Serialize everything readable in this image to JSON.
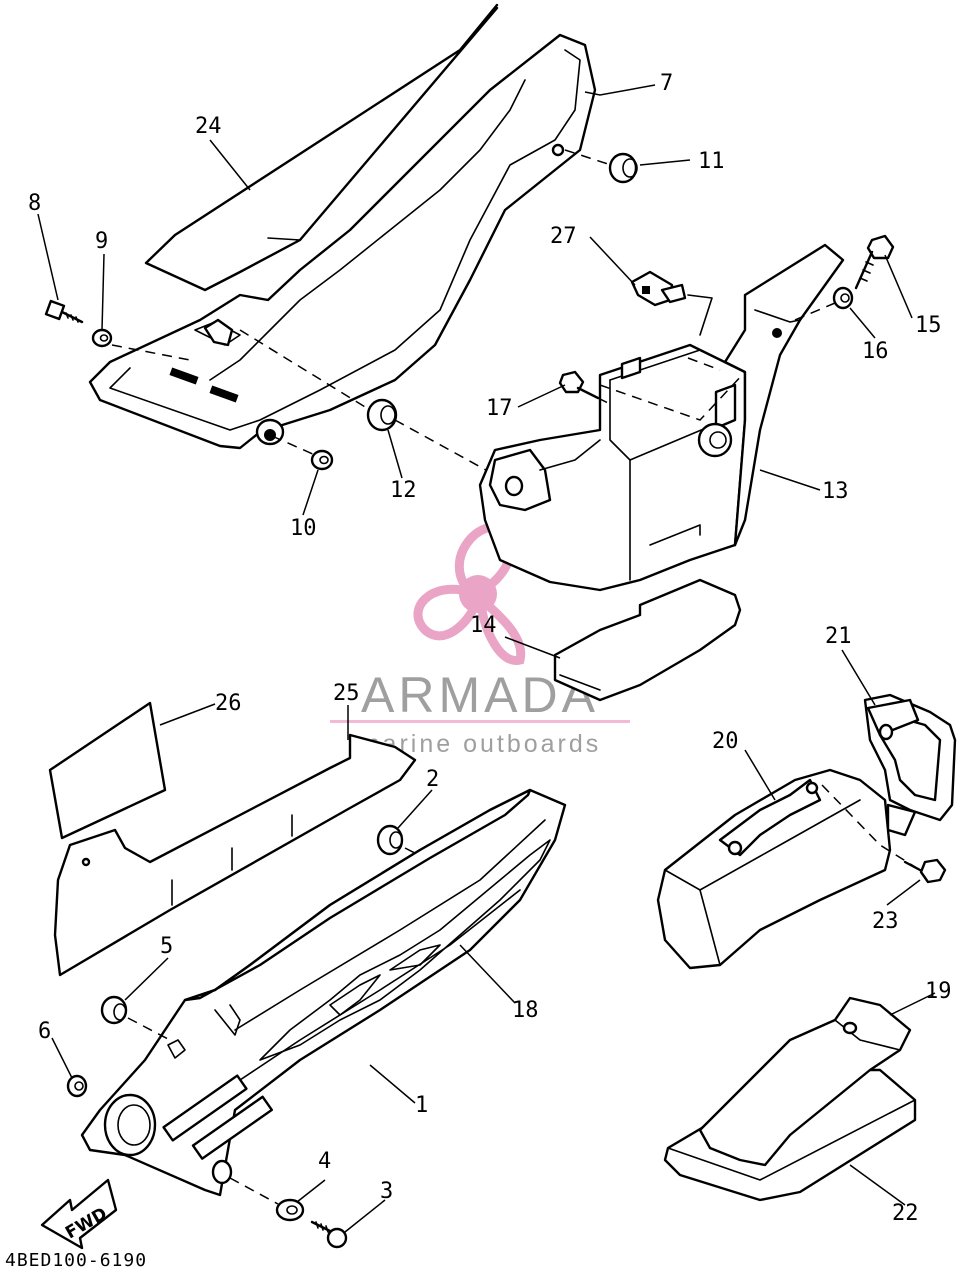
{
  "diagram": {
    "figure_code": "4BED100-6190",
    "direction_label": "FWD",
    "callouts": {
      "p1": "1",
      "p2": "2",
      "p3": "3",
      "p4": "4",
      "p5": "5",
      "p6": "6",
      "p7": "7",
      "p8": "8",
      "p9": "9",
      "p10": "10",
      "p11": "11",
      "p12": "12",
      "p13": "13",
      "p14": "14",
      "p15": "15",
      "p16": "16",
      "p17": "17",
      "p18": "18",
      "p19": "19",
      "p20": "20",
      "p21": "21",
      "p22": "22",
      "p23": "23",
      "p24": "24",
      "p25": "25",
      "p26": "26",
      "p27": "27"
    }
  },
  "watermark": {
    "name": "ARMADA",
    "tagline": "marine outboards",
    "colors": {
      "logo_pink": "#e8a0c4",
      "text_gray": "#9a9a9a",
      "rule_pink": "#f2b7d3"
    }
  }
}
